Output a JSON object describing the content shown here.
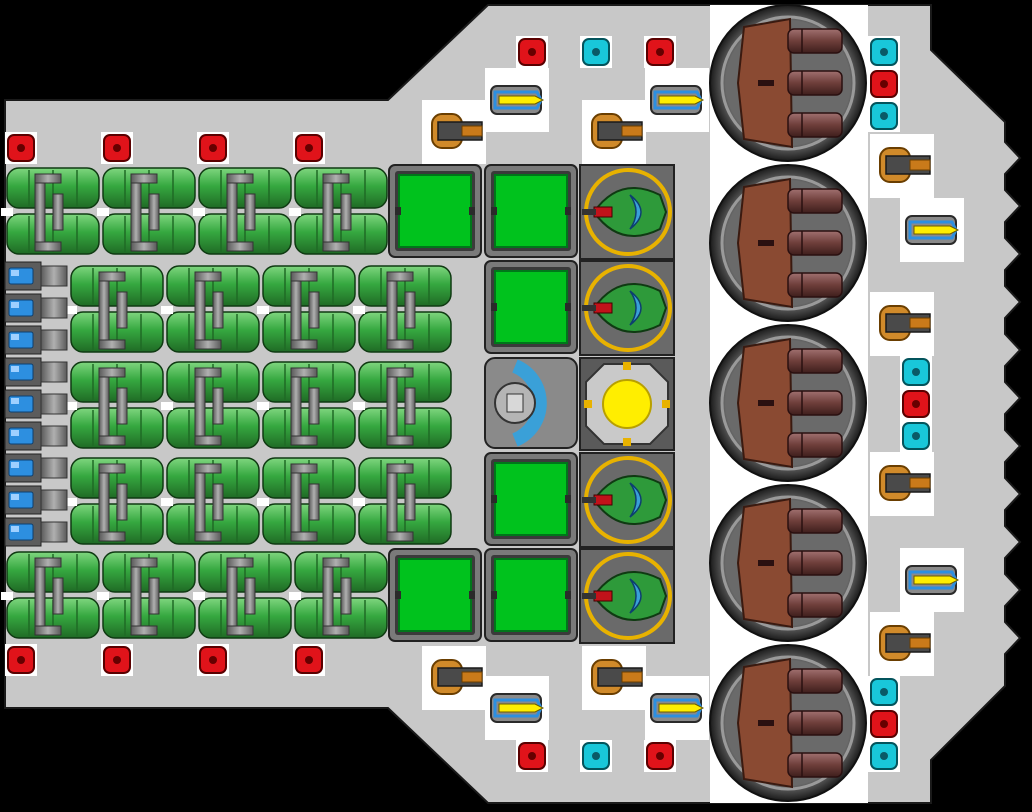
{
  "scene": {
    "name": "ship-hull-blueprint",
    "background": "#000000",
    "hull_color": "#c8c8c8",
    "tile_white": "#ffffff"
  },
  "palette": {
    "tank_green": "#36a840",
    "tank_green_dark": "#1f6a25",
    "tank_green_light": "#7fd67f",
    "pipe_gray": "#8a8a8a",
    "pipe_dark": "#4a4a4a",
    "cargo_green": "#00c21d",
    "module_frame": "#4d4d4d",
    "light_red": "#e0131a",
    "light_cyan": "#19c7d9",
    "thruster_blue": "#2d8fe0",
    "turret_gold": "#e8b200",
    "cannon_brown": "#8a4a32",
    "barrel_brown": "#6e3e3a",
    "core_yellow": "#ffee00"
  },
  "legend": {
    "items": [
      {
        "name": "fuel-tank",
        "interactable": true
      },
      {
        "name": "cargo-bay",
        "interactable": true
      },
      {
        "name": "shield-generator",
        "interactable": true
      },
      {
        "name": "reactor-core",
        "interactable": true
      },
      {
        "name": "cockpit",
        "interactable": true
      },
      {
        "name": "heavy-cannon",
        "interactable": true
      },
      {
        "name": "gun-turret",
        "interactable": true
      },
      {
        "name": "missile-launcher",
        "interactable": true
      },
      {
        "name": "thruster",
        "interactable": true
      },
      {
        "name": "red-light",
        "interactable": false
      },
      {
        "name": "cyan-light",
        "interactable": false
      }
    ]
  }
}
